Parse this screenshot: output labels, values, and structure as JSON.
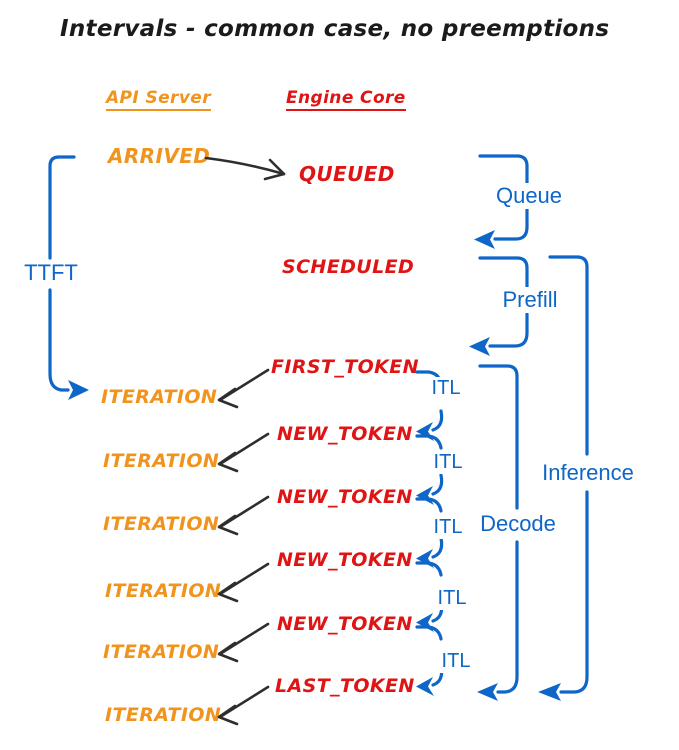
{
  "title": "Intervals - common case, no preemptions",
  "colors": {
    "api_server": "#F0941E",
    "engine_core": "#E01414",
    "intervals": "#0E66C8",
    "arrows": "#2E2E2E",
    "background": "#FFFFFF"
  },
  "columns": {
    "api_server": "API Server",
    "engine_core": "Engine Core"
  },
  "api_events": {
    "arrived": "ARRIVED",
    "iterations": [
      "ITERATION",
      "ITERATION",
      "ITERATION",
      "ITERATION",
      "ITERATION",
      "ITERATION"
    ]
  },
  "engine_events": {
    "queued": "QUEUED",
    "scheduled": "SCHEDULED",
    "first_token": "FIRST_TOKEN",
    "new_tokens": [
      "NEW_TOKEN",
      "NEW_TOKEN",
      "NEW_TOKEN",
      "NEW_TOKEN"
    ],
    "last_token": "LAST_TOKEN"
  },
  "intervals": {
    "ttft": "TTFT",
    "queue": "Queue",
    "prefill": "Prefill",
    "decode": "Decode",
    "inference": "Inference",
    "itl": [
      "ITL",
      "ITL",
      "ITL",
      "ITL",
      "ITL"
    ]
  }
}
